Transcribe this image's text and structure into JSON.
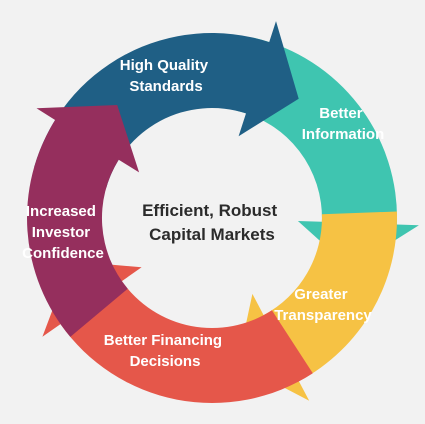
{
  "center": {
    "line1": "Efficient, Robust",
    "line2": "Capital Markets"
  },
  "segments": [
    {
      "id": "high-quality-standards",
      "lines": [
        "High Quality",
        "Standards"
      ],
      "color": "#1f5f85"
    },
    {
      "id": "better-information",
      "lines": [
        "Better",
        "Information"
      ],
      "color": "#3fc5b0"
    },
    {
      "id": "greater-transparency",
      "lines": [
        "Greater",
        "Transparency"
      ],
      "color": "#f6c244"
    },
    {
      "id": "better-financing-decisions",
      "lines": [
        "Better Financing",
        "Decisions"
      ],
      "color": "#e5574a"
    },
    {
      "id": "increased-investor-confidence",
      "lines": [
        "Increased",
        "Investor",
        "Confidence"
      ],
      "color": "#952f5d"
    }
  ],
  "background_color": "#f2f2f2"
}
